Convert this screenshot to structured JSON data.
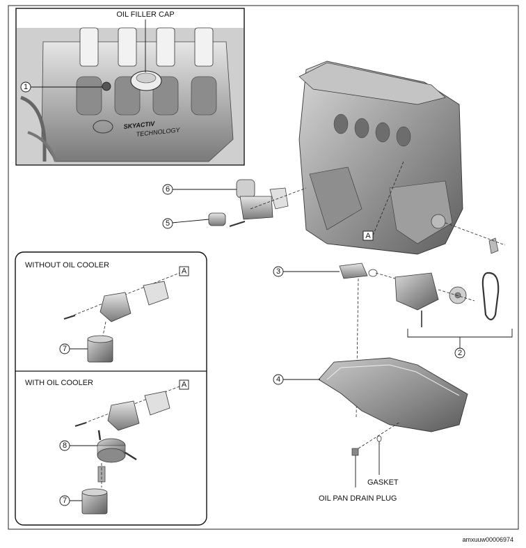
{
  "labels": {
    "oil_filler_cap": "OIL FILLER CAP",
    "without_oil_cooler": "WITHOUT OIL COOLER",
    "with_oil_cooler": "WITH OIL COOLER",
    "gasket": "GASKET",
    "oil_pan_drain_plug": "OIL PAN DRAIN PLUG",
    "figure_id": "amxuuw00006974"
  },
  "reference_marks": {
    "a_main": "A",
    "a_without": "A",
    "a_with": "A"
  },
  "callouts": {
    "c1": "1",
    "c2": "2",
    "c3": "3",
    "c4": "4",
    "c5": "5",
    "c6": "6",
    "c7a": "7",
    "c7b": "7",
    "c8": "8"
  },
  "emblem": {
    "line1": "SKYACTIV",
    "line2": "TECHNOLOGY"
  }
}
